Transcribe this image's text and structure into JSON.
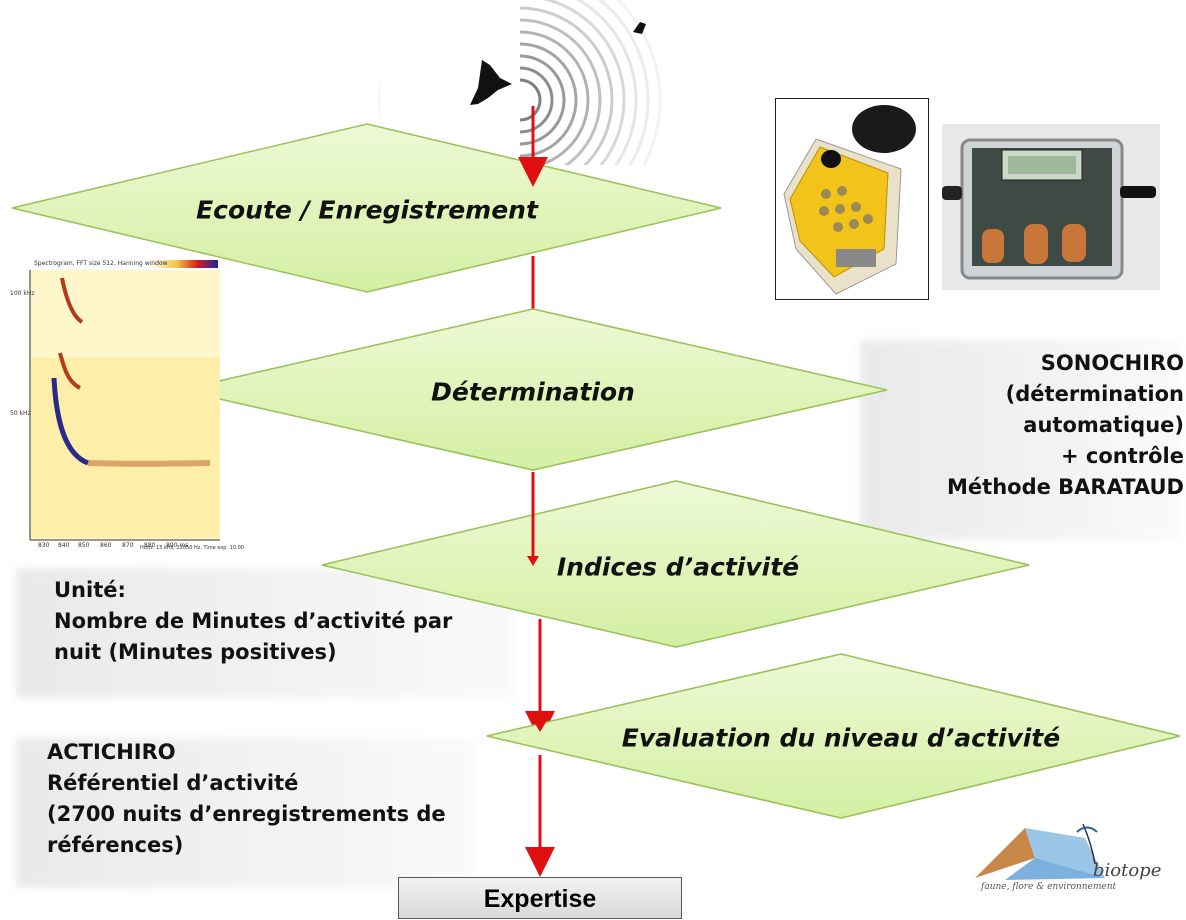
{
  "steps": {
    "ecoute": "Ecoute / Enregistrement",
    "determination": "Détermination",
    "indices": "Indices d’activité",
    "evaluation": "Evaluation du niveau d’activité",
    "expertise": "Expertise"
  },
  "sonochiro": {
    "line1": "SONOCHIRO",
    "line2": "(détermination",
    "line3": "automatique)",
    "line4": "+ contrôle",
    "line5": "Méthode BARATAUD"
  },
  "unite": {
    "line1": "Unité:",
    "line2": "Nombre de Minutes d’activité par",
    "line3": "nuit (Minutes positives)"
  },
  "actichiro": {
    "line1": "ACTICHIRO",
    "line2": "Référentiel d’activité",
    "line3": "(2700 nuits d’enregistrements de",
    "line4": "références)"
  },
  "spectrogram": {
    "title": "Spectrogram, FFT size 512, Hanning window",
    "y_ticks": [
      "100 kHz",
      "50 kHz"
    ],
    "x_ticks": [
      "830",
      "840",
      "850",
      "860",
      "870",
      "880",
      "890 ms"
    ],
    "footer": "Horiz. 15 kHz, 22050 Hz, Time exp. 10.00"
  },
  "logo": {
    "word": "biotope",
    "tagline": "faune, flore & environnement"
  },
  "colors": {
    "diamond_fill": "#dff5b8",
    "diamond_stroke": "#8bb34a",
    "arrow": "#e01010"
  }
}
